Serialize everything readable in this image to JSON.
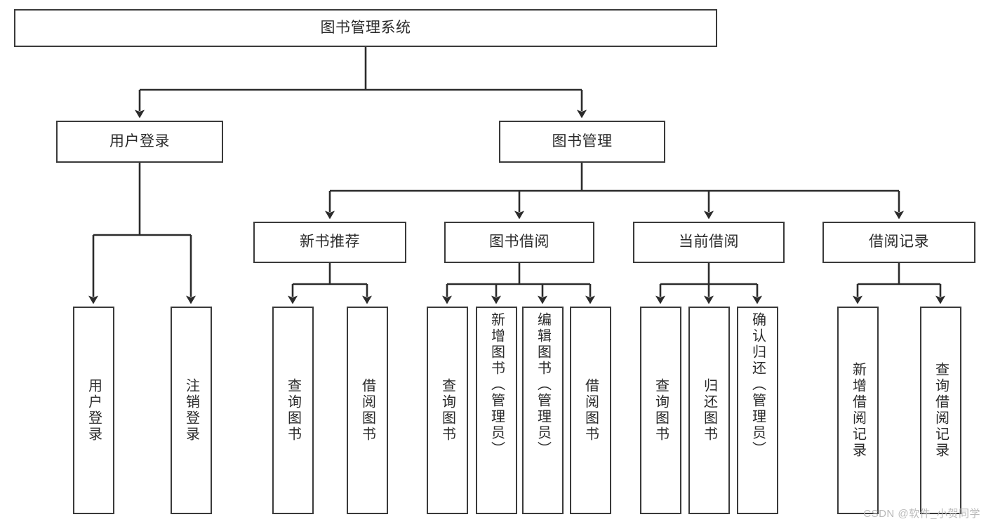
{
  "diagram": {
    "title": "图书管理系统",
    "type": "tree",
    "watermark": "CSDN @软件_小贺同学",
    "colors": {
      "box_border": "#3a3a3a",
      "box_fill": "#ffffff",
      "connector": "#2b2b2b",
      "text": "#2b2b2b",
      "watermark": "#b9b9b9",
      "background": "#ffffff"
    },
    "levels": {
      "root": {
        "label": "图书管理系统"
      },
      "level2": [
        {
          "label": "用户登录"
        },
        {
          "label": "图书管理"
        }
      ],
      "level3": [
        {
          "label": "新书推荐"
        },
        {
          "label": "图书借阅"
        },
        {
          "label": "当前借阅"
        },
        {
          "label": "借阅记录"
        }
      ],
      "leaves": {
        "user_login": [
          {
            "label": "用户登录"
          },
          {
            "label": "注销登录"
          }
        ],
        "new_book_recommend": [
          {
            "label": "查询图书"
          },
          {
            "label": "借阅图书"
          }
        ],
        "book_borrow": [
          {
            "label": "查询图书"
          },
          {
            "label": "新增图书（管理员）"
          },
          {
            "label": "编辑图书（管理员）"
          },
          {
            "label": "借阅图书"
          }
        ],
        "current_borrow": [
          {
            "label": "查询图书"
          },
          {
            "label": "归还图书"
          },
          {
            "label": "确认归还（管理员）"
          }
        ],
        "borrow_record": [
          {
            "label": "新增借阅记录"
          },
          {
            "label": "查询借阅记录"
          }
        ]
      }
    }
  }
}
